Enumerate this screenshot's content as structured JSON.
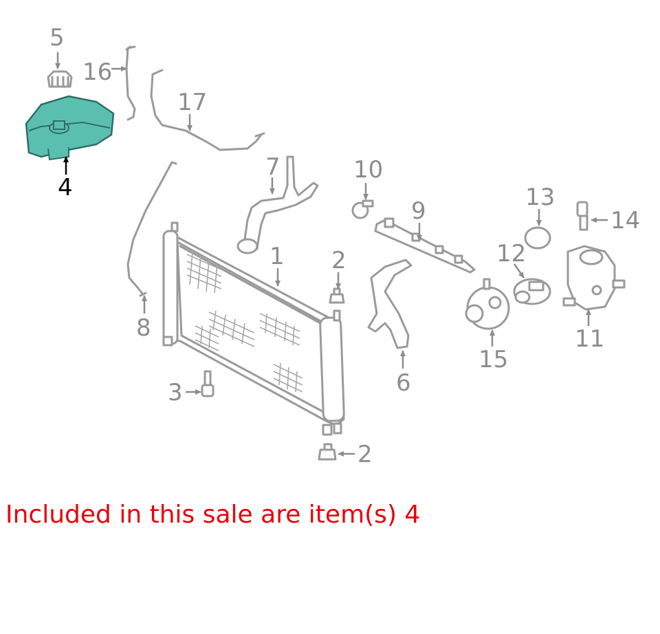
{
  "highlight_color": "#5bbfb0",
  "caption_color": "#e8000b",
  "callouts": {
    "c1": "1",
    "c2a": "2",
    "c2b": "2",
    "c3": "3",
    "c4": "4",
    "c5": "5",
    "c6": "6",
    "c7": "7",
    "c8": "8",
    "c9": "9",
    "c10": "10",
    "c11": "11",
    "c12": "12",
    "c13": "13",
    "c14": "14",
    "c15": "15",
    "c16": "16",
    "c17": "17"
  },
  "highlighted_items": [
    "4"
  ],
  "caption": "Included in this sale are item(s) 4"
}
